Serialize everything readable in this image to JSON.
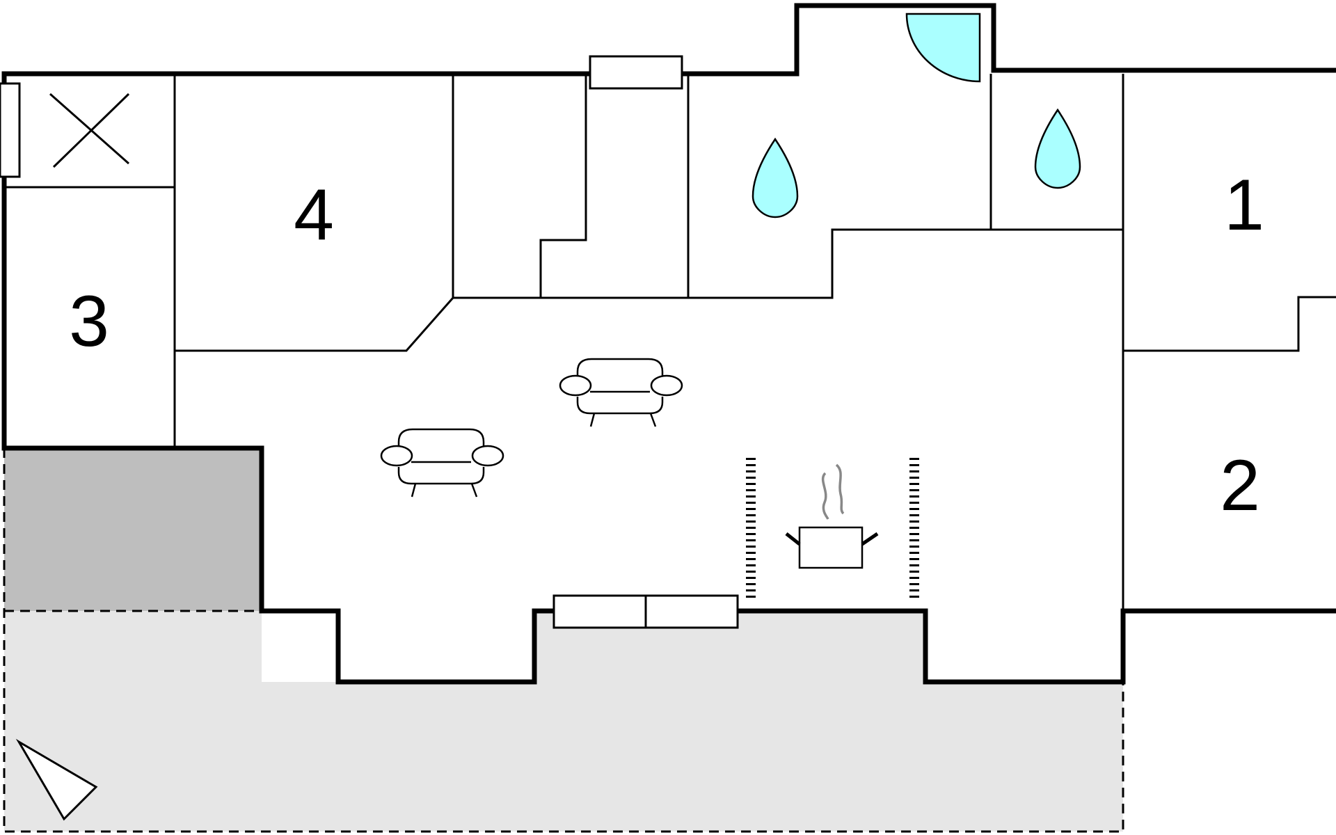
{
  "rooms": [
    {
      "id": "room-1",
      "label": "1"
    },
    {
      "id": "room-2",
      "label": "2"
    },
    {
      "id": "room-3",
      "label": "3"
    },
    {
      "id": "room-4",
      "label": "4"
    }
  ],
  "colors": {
    "terrace": "#e6e6e6",
    "covered_area": "#bebebe",
    "water": "#aaffff",
    "wall": "#000000",
    "steam": "#888888"
  },
  "icons": [
    "fireplace-x-icon",
    "water-drop-icon",
    "shower-icon",
    "sofa-icon",
    "cooking-pot-icon",
    "north-arrow-icon"
  ]
}
